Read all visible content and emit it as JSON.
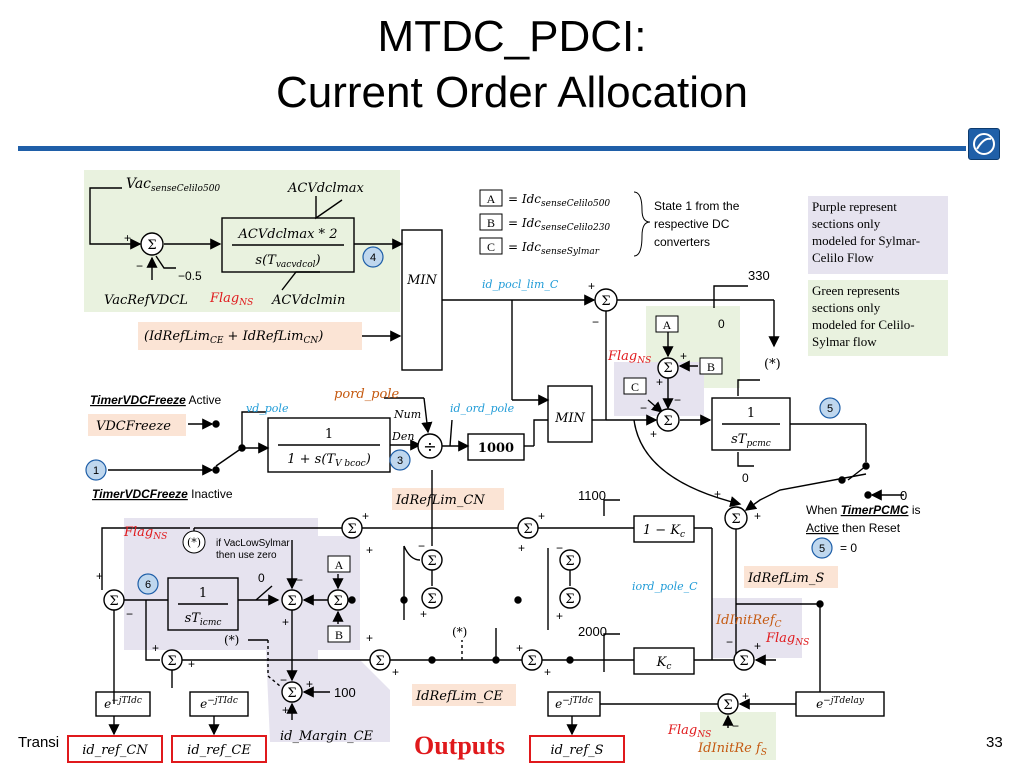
{
  "slide": {
    "title_line1": "MTDC_PDCI:",
    "title_line2": "Current Order Allocation",
    "footer_left": "Transi",
    "page_number": "33",
    "outputs_label": "Outputs"
  },
  "colors": {
    "rule": "#1f5fa8",
    "green_region": "#e9f2df",
    "purple_region": "#e6e3ef",
    "peach_label": "#fbe4d5",
    "red": "#e0191c",
    "blue_text": "#1f9bd7"
  },
  "legend": {
    "A_box": "A",
    "A_eq": "= Idc",
    "A_sub": "senseCelilo500",
    "B_box": "B",
    "B_eq": "= Idc",
    "B_sub": "senseCelilo230",
    "C_box": "C",
    "C_eq": "= Idc",
    "C_sub": "senseSylmar",
    "state_note_l1": "State 1 from the",
    "state_note_l2": "respective DC",
    "state_note_l3": "converters"
  },
  "notes": {
    "purple_l1": "Purple represent",
    "purple_l2": "sections only",
    "purple_l3": "modeled for Sylmar-",
    "purple_l4": "Celilo Flow",
    "green_l1": "Green represents",
    "green_l2": "sections only",
    "green_l3": "modeled for Celilo-",
    "green_l4": "Sylmar flow"
  },
  "top_block": {
    "vac_in": "Vac",
    "vac_in_sub": "senseCelilo500",
    "acv_max": "ACVdclmax",
    "tf_num": "ACVdclmax * 2",
    "tf_den": "s(T",
    "tf_den_sub": "vacvdcol",
    "tf_den_end": ")",
    "acv_min": "ACVdclmin",
    "gain": "−0.5",
    "vacref": "VacRefVDCL",
    "flag": "Flag",
    "flag_sub": "NS",
    "badge4": "4",
    "idref_sum": "(IdRefLim",
    "sub_ce": "CE",
    "plus_mid": " + IdRefLim",
    "sub_cn": "CN",
    "close": ")",
    "min": "MIN",
    "id_pocl": "id_pocl_lim_C",
    "lim330": "330",
    "zero_a": "0",
    "star": "(*)"
  },
  "mid_block": {
    "timer_active_b": "TimerVDCFreeze",
    "timer_active_r": " Active",
    "vdcfreeze": "VDCFreeze",
    "timer_inactive_b": "TimerVDCFreeze",
    "timer_inactive_r": " Inactive",
    "badge1": "1",
    "vd_pole": "vd_pole",
    "filt_num": "1",
    "filt_den": "1 + s(T",
    "filt_den_sub": "V bcoc",
    "filt_den_end": ")",
    "badge3": "3",
    "pord_pole": "pord_pole",
    "num": "Num",
    "den": "Den",
    "divide": "÷",
    "id_ord_pole": "id_ord_pole",
    "k1000": "1000",
    "min2": "MIN",
    "pcmc_num": "1",
    "pcmc_den": "sT",
    "pcmc_den_sub": "pcmc",
    "badge5": "5",
    "zero_b": "0",
    "flag": "Flag",
    "flag_sub": "NS",
    "box_A": "A",
    "box_B": "B",
    "box_C": "C"
  },
  "bottom_block": {
    "flag": "Flag",
    "flag_sub": "NS",
    "star": "(*)",
    "vaclow_l1": "if VacLowSylmar",
    "vaclow_l2": "then use zero",
    "zero_c": "0",
    "badge6": "6",
    "icmc_num": "1",
    "icmc_den": "sT",
    "icmc_den_sub": "icmc",
    "box_A": "A",
    "box_B": "B",
    "star2": "(*)",
    "k100": "100",
    "id_margin": "id_Margin_CE",
    "idreflim_cn": "IdRefLim_CN",
    "idreflim_ce": "IdRefLim_CE",
    "star3": "(*)",
    "lim1100": "1100",
    "lim2000": "2000",
    "one_minus_kc": "1 − K",
    "kc_sub": "c",
    "kc": "K",
    "iord_pole": "iord_pole_C",
    "idreflim_s": "IdRefLim_S",
    "idinit_c": "IdInitRef",
    "idinit_c_sub": "C",
    "flag2": "Flag",
    "flag2_sub": "NS",
    "flag3": "Flag",
    "flag3_sub": "NS",
    "idinit_s": "IdInitRe f",
    "idinit_s_sub": "S",
    "delay": "e",
    "delay_exp": "−jTdelay",
    "edelay": "e",
    "edelay_exp": "−jTIdc",
    "when_l1a": "When ",
    "when_l1b": "TimerPCMC",
    "when_l1c": " is",
    "when_l2a": "Active",
    "when_l2b": " then Reset",
    "when_badge": "5",
    "when_eq": "= 0",
    "zero_d": "0",
    "out_cn": "id_ref_CN",
    "out_ce": "id_ref_CE",
    "out_s": "id_ref_S"
  }
}
